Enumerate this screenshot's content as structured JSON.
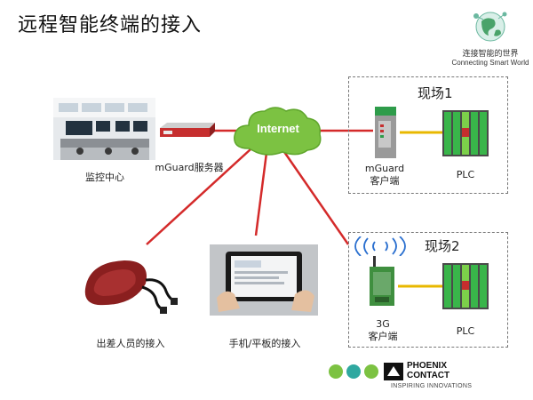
{
  "title": "远程智能终端的接入",
  "logo": {
    "cn": "连接智能的世界",
    "en": "Connecting Smart World"
  },
  "cloud_label": "Internet",
  "nodes": {
    "monitor_center": "监控中心",
    "mguard_server": "mGuard服务器",
    "mobile_staff": "出差人员的接入",
    "phone_tablet": "手机/平板的接入"
  },
  "sites": [
    {
      "title": "现场1",
      "client_line1": "mGuard",
      "client_line2": "客户端",
      "plc": "PLC"
    },
    {
      "title": "现场2",
      "client_line1": "3G",
      "client_line2": "客户端",
      "plc": "PLC"
    }
  ],
  "footer": {
    "brand_line1": "PHOENIX",
    "brand_line2": "CONTACT",
    "tagline": "INSPIRING INNOVATIONS"
  },
  "colors": {
    "link": "#d42a2a",
    "field_link": "#e8b800",
    "cloud": "#7cc242",
    "plc": "#39b54a",
    "accent_teal": "#2fa8a0"
  }
}
